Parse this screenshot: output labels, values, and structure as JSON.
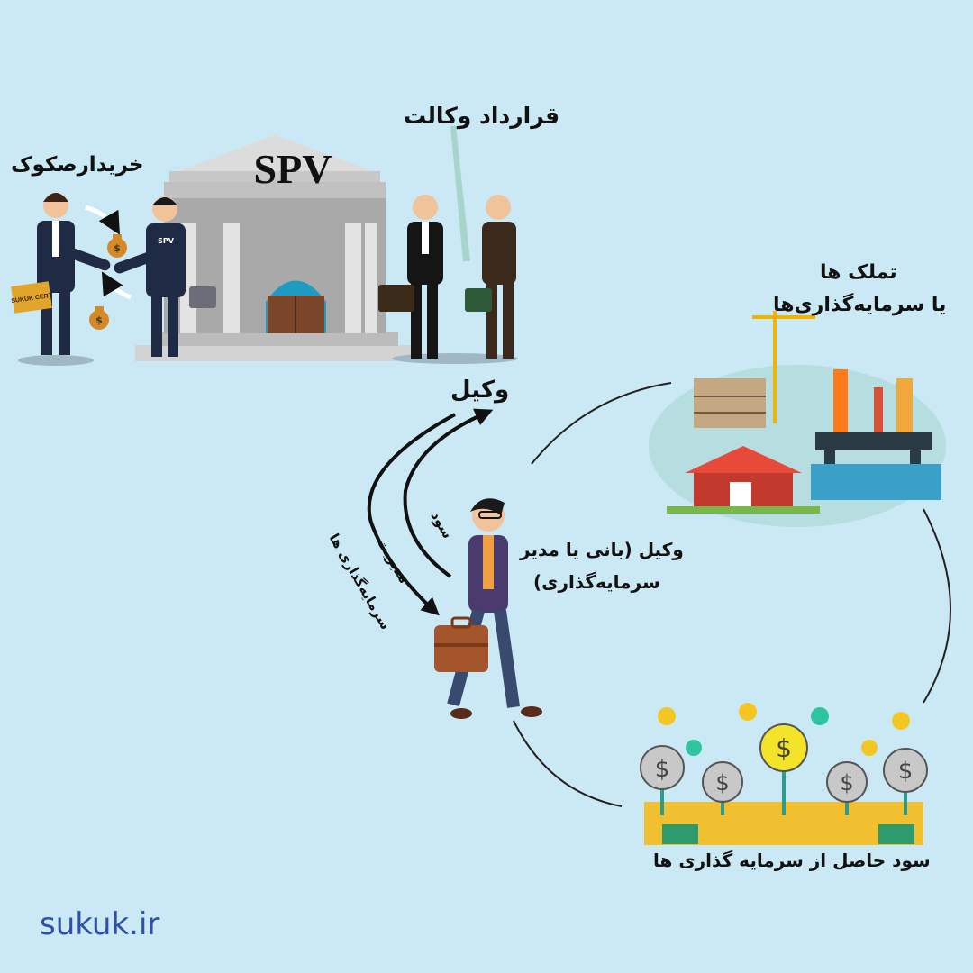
{
  "labels": {
    "buyer": "خریدارصکوک",
    "spv": "SPV",
    "spv_badge": "SPV",
    "sukuk_cert": "SUKUK CERT",
    "agency_contract": "قرارداد وکالت",
    "agent": "وکیل",
    "assets_line1": "تملک ها",
    "assets_line2": "یا سرمایه‌گذاری‌ها",
    "agent_person_line1": "وکیل (بانی یا مدیر",
    "agent_person_line2": "سرمایه‌گذاری)",
    "profit_arrow": "سود",
    "mgmt_line1": "مدیریت",
    "mgmt_line2": "سرمایه‌گذاری ها",
    "profit_from_investments": "سود حاصل از سرمایه گذاری ها",
    "dollar": "$",
    "watermark": "sukuk.ir"
  },
  "colors": {
    "background": "#cbe8f5",
    "suit": "#1f2a44",
    "building": "#b7b7b7",
    "bag": "#a5552c",
    "coin": "#f3c623",
    "plant": "#2e9b8f",
    "watermark": "#2f4fa8"
  }
}
